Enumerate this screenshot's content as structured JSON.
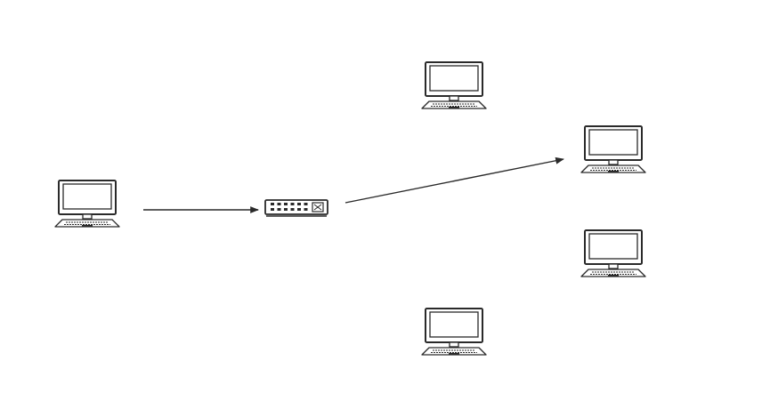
{
  "diagram": {
    "nodes": [
      {
        "id": "source",
        "type": "computer",
        "name": "source-computer-icon"
      },
      {
        "id": "switch",
        "type": "switch",
        "name": "network-switch-icon"
      },
      {
        "id": "top",
        "type": "computer",
        "name": "computer-top-icon"
      },
      {
        "id": "target",
        "type": "computer",
        "name": "computer-target-icon"
      },
      {
        "id": "right",
        "type": "computer",
        "name": "computer-right-icon"
      },
      {
        "id": "bottom",
        "type": "computer",
        "name": "computer-bottom-icon"
      }
    ],
    "edges": [
      {
        "from": "source",
        "to": "switch",
        "name": "arrow-source-to-switch"
      },
      {
        "from": "switch",
        "to": "target",
        "name": "arrow-switch-to-target"
      }
    ],
    "colors": {
      "stroke": "#2a2a2a",
      "fill": "#ffffff",
      "background": "#ffffff"
    }
  }
}
